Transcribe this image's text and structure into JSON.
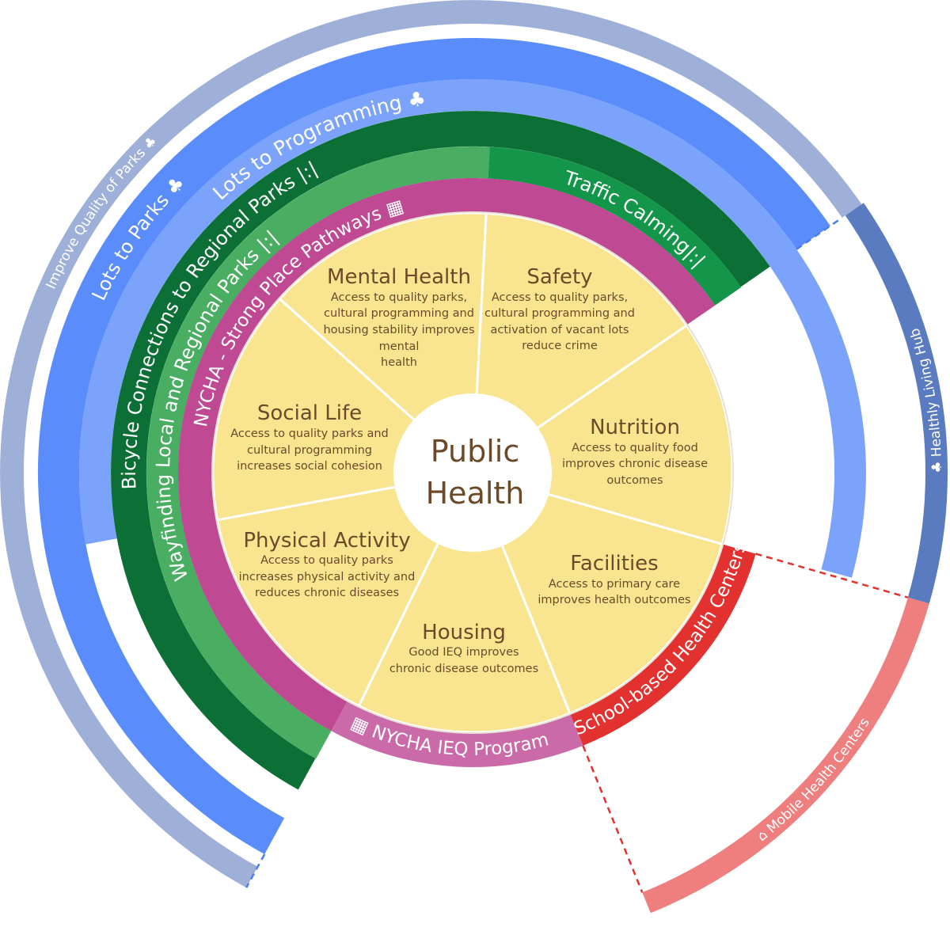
{
  "center": {
    "line1": "Public",
    "line2": "Health"
  },
  "slices": [
    {
      "title": "Mental Health",
      "lines": [
        "Access to quality parks,",
        "cultural programming and",
        "housing stability improves",
        "mental",
        "health"
      ]
    },
    {
      "title": "Safety",
      "lines": [
        "Access to quality parks,",
        "cultural programming and",
        "activation of vacant lots",
        "reduce crime"
      ]
    },
    {
      "title": "Nutrition",
      "lines": [
        "Access to quality food",
        "improves chronic disease",
        "outcomes"
      ]
    },
    {
      "title": "Facilities",
      "lines": [
        "Access to primary care",
        "improves health outcomes"
      ]
    },
    {
      "title": "Housing",
      "lines": [
        "Good IEQ improves",
        "chronic disease outcomes"
      ]
    },
    {
      "title": "Physical Activity",
      "lines": [
        "Access to quality parks",
        "increases physical activity and",
        "reduces chronic diseases"
      ]
    },
    {
      "title": "Social Life",
      "lines": [
        "Access to quality parks and",
        "cultural programming",
        "increases social cohesion"
      ]
    }
  ],
  "rings": {
    "improve_quality_parks": {
      "label": "Improve Quality of Parks",
      "icon": "tree-icon",
      "color": "#9eb0d8"
    },
    "lots_to_parks": {
      "label": "Lots to Parks",
      "icon": "tree-icon",
      "color": "#5a8cfb"
    },
    "lots_to_programming": {
      "label": "Lots to Programming",
      "icon": "tree-icon",
      "color": "#7ba3fb"
    },
    "bicycle_connections": {
      "label": "Bicycle Connections to Regional Parks |:|",
      "icon": "road-icon",
      "color": "#0c7036"
    },
    "wayfinding": {
      "label": "Wayfinding Local and Regional Parks |:|",
      "icon": "road-icon",
      "color": "#4aae62"
    },
    "traffic_calming": {
      "label": "Traffic Calming|:|",
      "icon": "road-icon",
      "color": "#13964a"
    },
    "nycha_strong_place": {
      "label": "NYCHA - Strong Place Pathways",
      "icon": "building-icon",
      "color": "#bf4a93"
    },
    "nycha_ieq": {
      "label": "NYCHA IEQ  Program",
      "icon": "building-icon",
      "color": "#cb6aa8"
    },
    "school_health": {
      "label": "School-based Health Centers",
      "color": "#e3312f"
    },
    "healthy_living_hub": {
      "label": "Healthly Living Hub",
      "icon": "tree-icon",
      "color": "#5b7bc0"
    },
    "mobile_health": {
      "label": "Mobile Health Centers",
      "icon": "school-icon",
      "color": "#ef7f7f"
    }
  },
  "colors": {
    "pie": "#f9e48f",
    "text": "#6b4a2a",
    "dash_blue": "#4a7df0",
    "dash_red": "#e3312f"
  }
}
